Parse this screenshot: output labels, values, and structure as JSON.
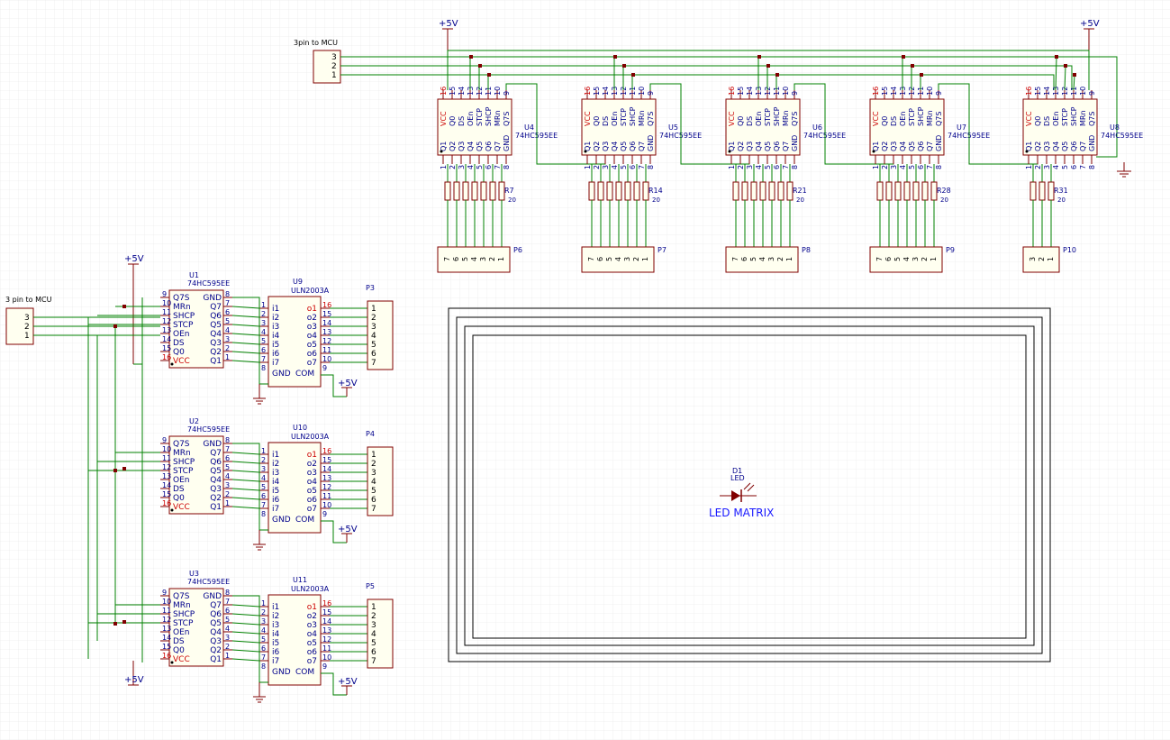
{
  "power": {
    "label": "+5V"
  },
  "mcu_connectors": [
    {
      "id": "top",
      "title": "3pin to MCU",
      "pins": [
        "3",
        "2",
        "1"
      ]
    },
    {
      "id": "left",
      "title": "3 pin to MCU",
      "pins": [
        "3",
        "2",
        "1"
      ]
    }
  ],
  "column_drivers": [
    {
      "ref": "U4",
      "part": "74HC595EE",
      "resistor_label": "R7",
      "res_value": "20",
      "connector": "P6",
      "conn_pins": [
        "7",
        "6",
        "5",
        "4",
        "3",
        "2",
        "1"
      ],
      "pin_count": 7
    },
    {
      "ref": "U5",
      "part": "74HC595EE",
      "resistor_label": "R14",
      "res_value": "20",
      "connector": "P7",
      "conn_pins": [
        "7",
        "6",
        "5",
        "4",
        "3",
        "2",
        "1"
      ],
      "pin_count": 7
    },
    {
      "ref": "U6",
      "part": "74HC595EE",
      "resistor_label": "R21",
      "res_value": "20",
      "connector": "P8",
      "conn_pins": [
        "7",
        "6",
        "5",
        "4",
        "3",
        "2",
        "1"
      ],
      "pin_count": 7
    },
    {
      "ref": "U7",
      "part": "74HC595EE",
      "resistor_label": "R28",
      "res_value": "20",
      "connector": "P9",
      "conn_pins": [
        "7",
        "6",
        "5",
        "4",
        "3",
        "2",
        "1"
      ],
      "pin_count": 7
    },
    {
      "ref": "U8",
      "part": "74HC595EE",
      "resistor_label": "R31",
      "res_value": "20",
      "connector": "P10",
      "conn_pins": [
        "3",
        "2",
        "1"
      ],
      "pin_count": 3
    }
  ],
  "shift_pins_top": [
    {
      "num": "16",
      "name": "VCC"
    },
    {
      "num": "15",
      "name": "Q0"
    },
    {
      "num": "14",
      "name": "DS"
    },
    {
      "num": "13",
      "name": "OEn"
    },
    {
      "num": "12",
      "name": "STCP"
    },
    {
      "num": "11",
      "name": "SHCP"
    },
    {
      "num": "10",
      "name": "MRn"
    },
    {
      "num": "9",
      "name": "Q7S"
    }
  ],
  "shift_pins_bottom": [
    {
      "num": "1",
      "name": "Q1"
    },
    {
      "num": "2",
      "name": "Q2"
    },
    {
      "num": "3",
      "name": "Q3"
    },
    {
      "num": "4",
      "name": "Q4"
    },
    {
      "num": "5",
      "name": "Q5"
    },
    {
      "num": "6",
      "name": "Q6"
    },
    {
      "num": "7",
      "name": "Q7"
    },
    {
      "num": "8",
      "name": "GND"
    }
  ],
  "row_drivers": [
    {
      "sr_ref": "U1",
      "sr_part": "74HC595EE",
      "drv_ref": "U9",
      "drv_part": "ULN2003A",
      "connector": "P3"
    },
    {
      "sr_ref": "U2",
      "sr_part": "74HC595EE",
      "drv_ref": "U10",
      "drv_part": "ULN2003A",
      "connector": "P4"
    },
    {
      "sr_ref": "U3",
      "sr_part": "74HC595EE",
      "drv_ref": "U11",
      "drv_part": "ULN2003A",
      "connector": "P5"
    }
  ],
  "sr_left_pins": [
    {
      "num": "9",
      "name": "Q7S"
    },
    {
      "num": "10",
      "name": "MRn"
    },
    {
      "num": "11",
      "name": "SHCP"
    },
    {
      "num": "12",
      "name": "STCP"
    },
    {
      "num": "13",
      "name": "OEn"
    },
    {
      "num": "14",
      "name": "DS"
    },
    {
      "num": "15",
      "name": "Q0"
    },
    {
      "num": "16",
      "name": "VCC"
    }
  ],
  "sr_right_pins": [
    {
      "num": "8",
      "name": "GND"
    },
    {
      "num": "7",
      "name": "Q7"
    },
    {
      "num": "6",
      "name": "Q6"
    },
    {
      "num": "5",
      "name": "Q5"
    },
    {
      "num": "4",
      "name": "Q4"
    },
    {
      "num": "3",
      "name": "Q3"
    },
    {
      "num": "2",
      "name": "Q2"
    },
    {
      "num": "1",
      "name": "Q1"
    }
  ],
  "uln_inputs": [
    "i1",
    "i2",
    "i3",
    "i4",
    "i5",
    "i6",
    "i7"
  ],
  "uln_input_nums": [
    "1",
    "2",
    "3",
    "4",
    "5",
    "6",
    "7"
  ],
  "uln_outputs": [
    "o1",
    "o2",
    "o3",
    "o4",
    "o5",
    "o6",
    "o7"
  ],
  "uln_output_nums": [
    "16",
    "15",
    "14",
    "13",
    "12",
    "11",
    "10"
  ],
  "uln_bottom": {
    "gnd": "GND",
    "com": "COM",
    "gnd_num": "8",
    "com_num": "9"
  },
  "row_conn_pins": [
    "1",
    "2",
    "3",
    "4",
    "5",
    "6",
    "7"
  ],
  "led": {
    "ref": "D1",
    "part": "LED",
    "caption": "LED MATRIX"
  },
  "colors": {
    "wire": "#008000",
    "symbol": "#800000",
    "text_blue": "#00008b",
    "pin_red": "#cc0000",
    "caption": "#1a1aff"
  }
}
